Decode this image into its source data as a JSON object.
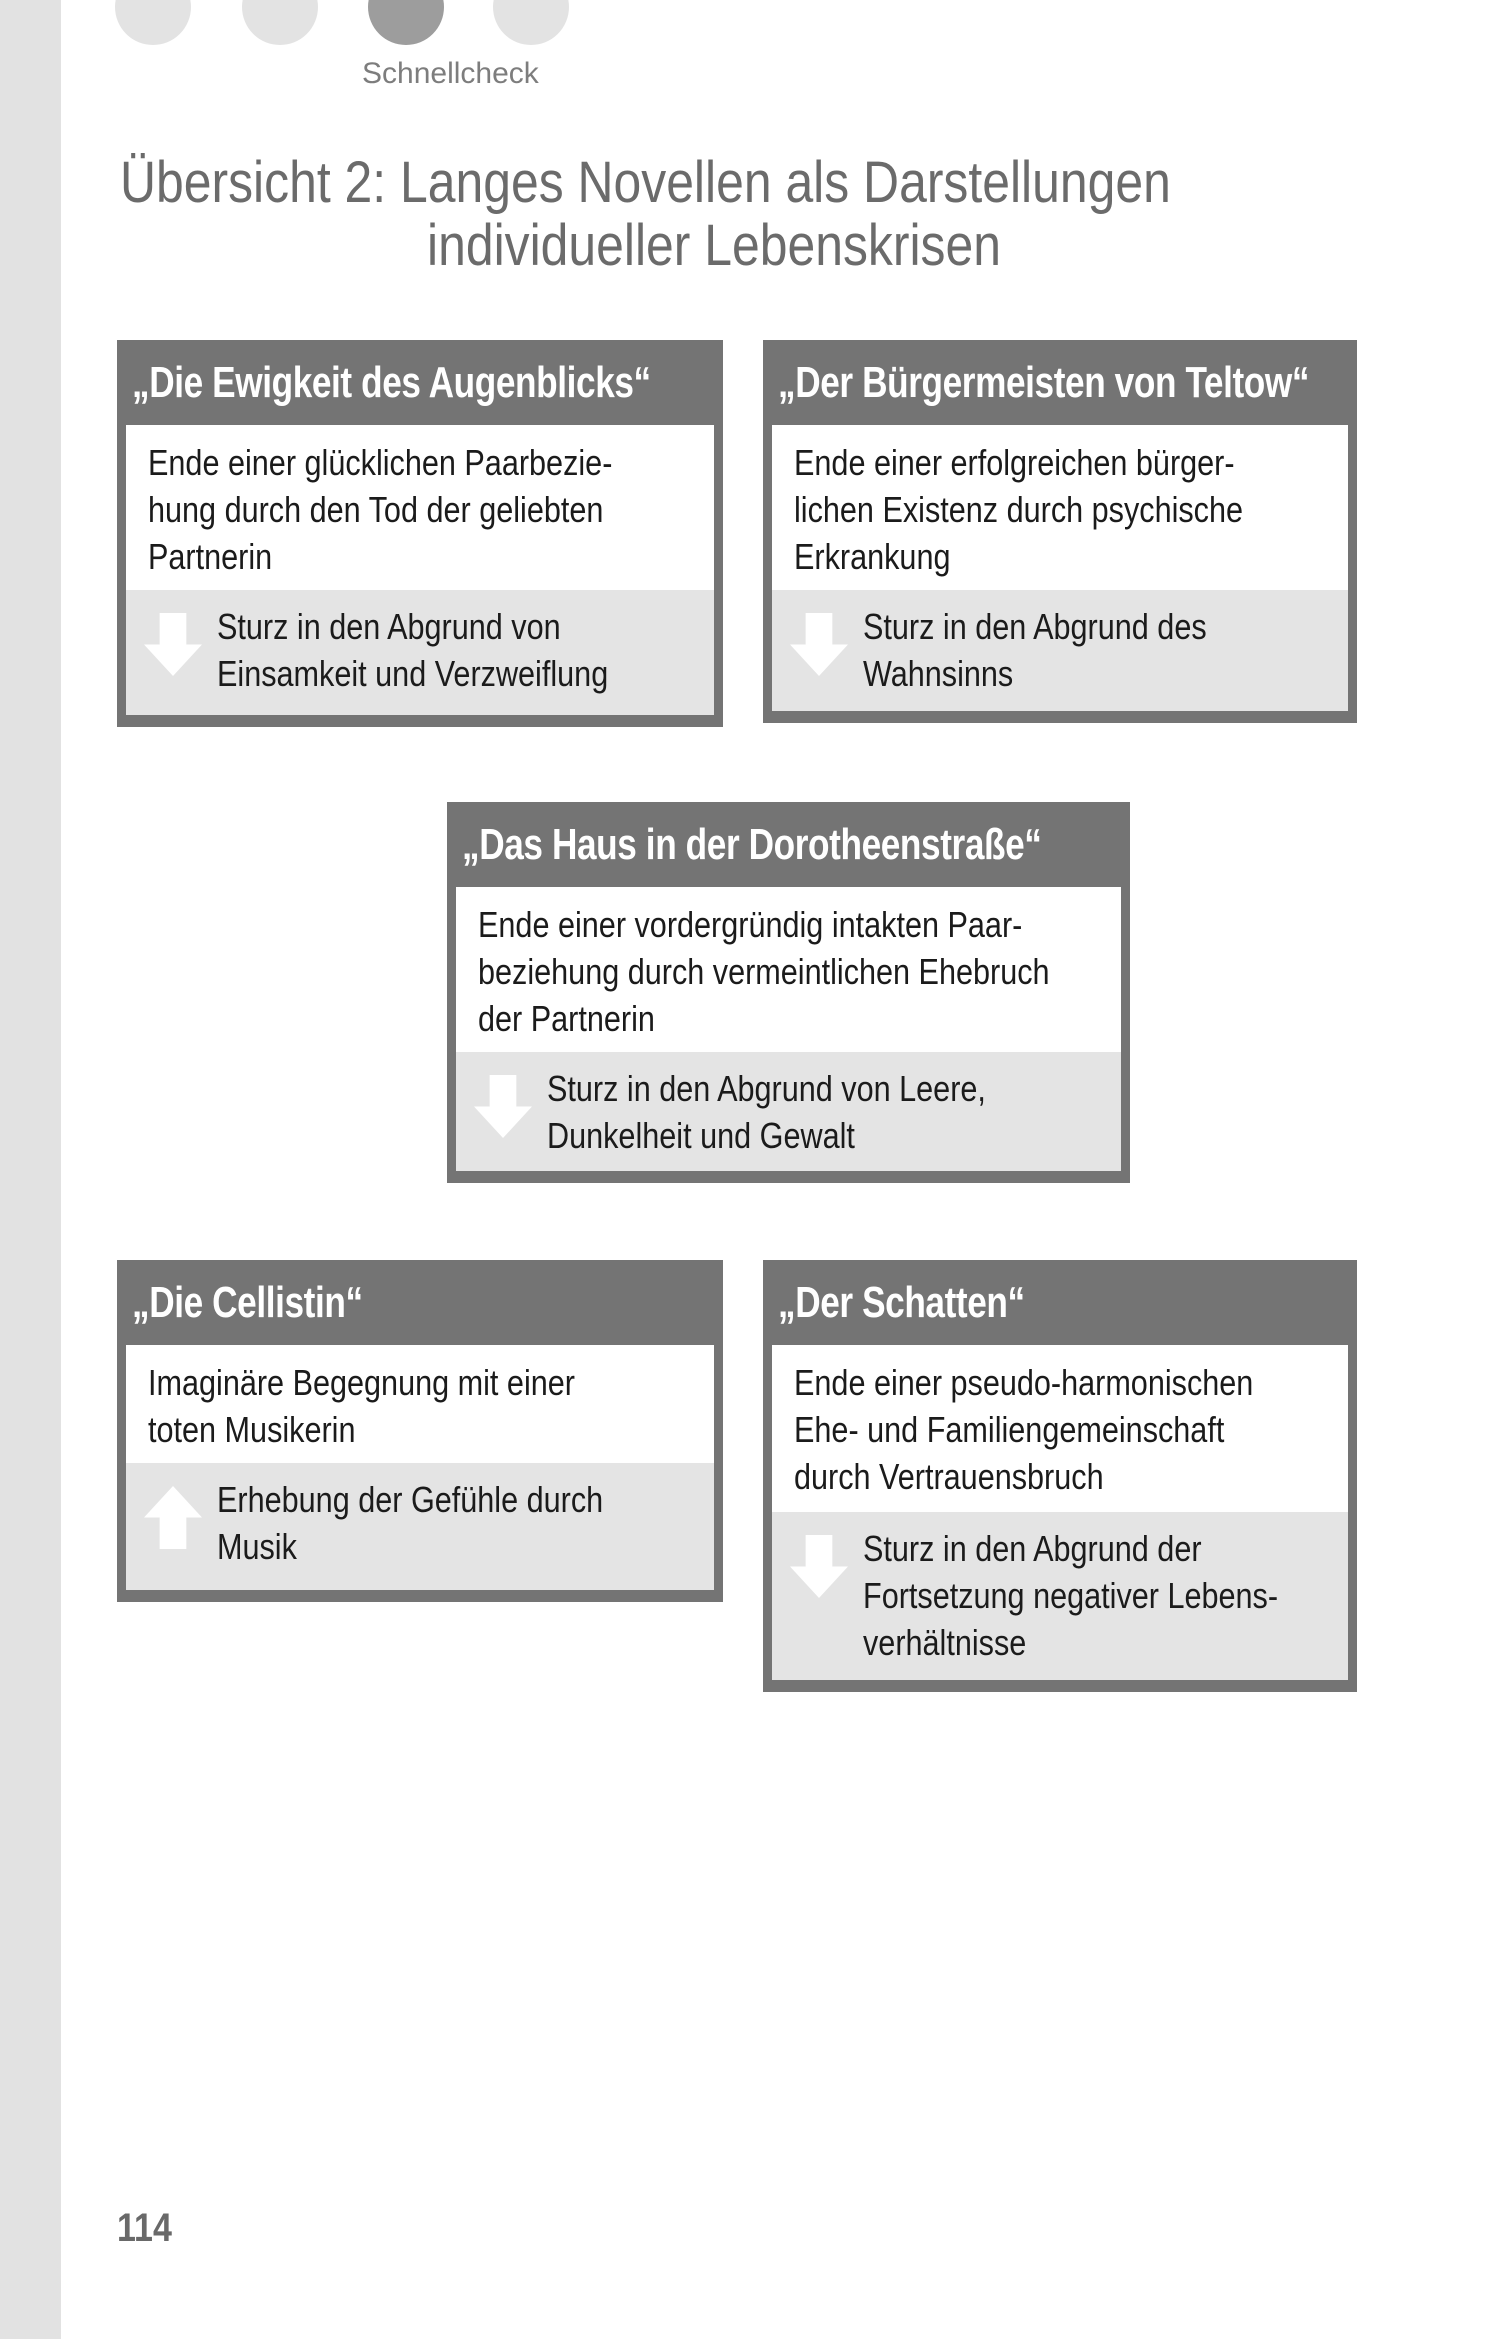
{
  "header": {
    "label": "Schnellcheck",
    "dots": [
      "inactive",
      "inactive",
      "active",
      "inactive"
    ]
  },
  "title": {
    "line1": "Übersicht 2: Langes Novellen als Darstellungen",
    "line2": "individueller Lebenskrisen"
  },
  "boxes": [
    {
      "title": "„Die Ewigkeit des Augenblicks“",
      "body": [
        "Ende einer glücklichen Paarbezie-",
        "hung durch den Tod der geliebten",
        "Partnerin"
      ],
      "arrow": "down",
      "action": [
        "Sturz in den Abgrund von",
        "Einsamkeit und Verzweiflung"
      ]
    },
    {
      "title": "„Der Bürgermeisten von Teltow“",
      "body": [
        "Ende einer erfolgreichen bürger-",
        "lichen Existenz durch psychische",
        "Erkrankung"
      ],
      "arrow": "down",
      "action": [
        "Sturz in den Abgrund des",
        "Wahnsinns"
      ]
    },
    {
      "title": "„Das Haus in der Dorotheenstraße“",
      "body": [
        "Ende einer vordergründig intakten Paar-",
        "beziehung durch vermeintlichen Ehebruch",
        "der Partnerin"
      ],
      "arrow": "down",
      "action": [
        "Sturz in den Abgrund von Leere,",
        "Dunkelheit und Gewalt"
      ]
    },
    {
      "title": "„Die Cellistin“",
      "body": [
        "Imaginäre Begegnung mit einer",
        "toten Musikerin"
      ],
      "arrow": "up",
      "action": [
        "Erhebung der Gefühle durch",
        "Musik"
      ]
    },
    {
      "title": "„Der Schatten“",
      "body": [
        "Ende einer pseudo-harmonischen",
        "Ehe- und Familiengemeinschaft",
        "durch Vertrauensbruch"
      ],
      "arrow": "down",
      "action": [
        "Sturz in den Abgrund der",
        "Fortsetzung negativer Lebens-",
        "verhältnisse"
      ]
    }
  ],
  "footer": {
    "page_number": "114"
  },
  "colors": {
    "frame": "#747474",
    "action_bg": "#e4e4e4",
    "title_text": "#6b6b6b",
    "active_dot": "#9d9d9d"
  }
}
